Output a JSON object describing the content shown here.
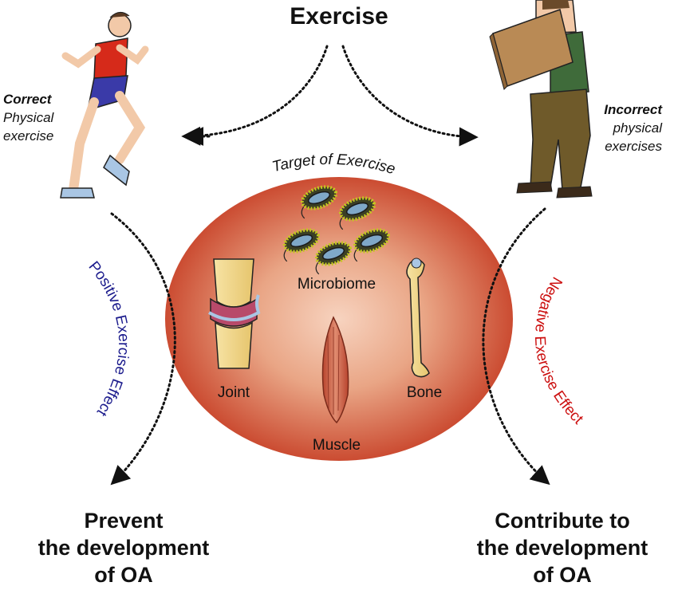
{
  "title": "Exercise",
  "correct": {
    "emphasis": "Correct",
    "line2": "Physical",
    "line3": "exercise"
  },
  "incorrect": {
    "emphasis": "Incorrect",
    "line2": "physical",
    "line3": "exercises"
  },
  "target_label": "Target of Exercise",
  "targets": {
    "microbiome": "Microbiome",
    "joint": "Joint",
    "bone": "Bone",
    "muscle": "Muscle"
  },
  "positive_effect": "Positive Exercise Effect",
  "negative_effect": "Negative Exercise Effect",
  "outcome_left": {
    "line1": "Prevent",
    "line2": "the development",
    "line3": "of OA"
  },
  "outcome_right": {
    "line1": "Contribute to",
    "line2": "the development",
    "line3": "of OA"
  },
  "colors": {
    "positive": "#1a1a8c",
    "negative": "#cc1010",
    "ellipse_center": "#f6cdb6",
    "ellipse_edge": "#c53a21"
  }
}
